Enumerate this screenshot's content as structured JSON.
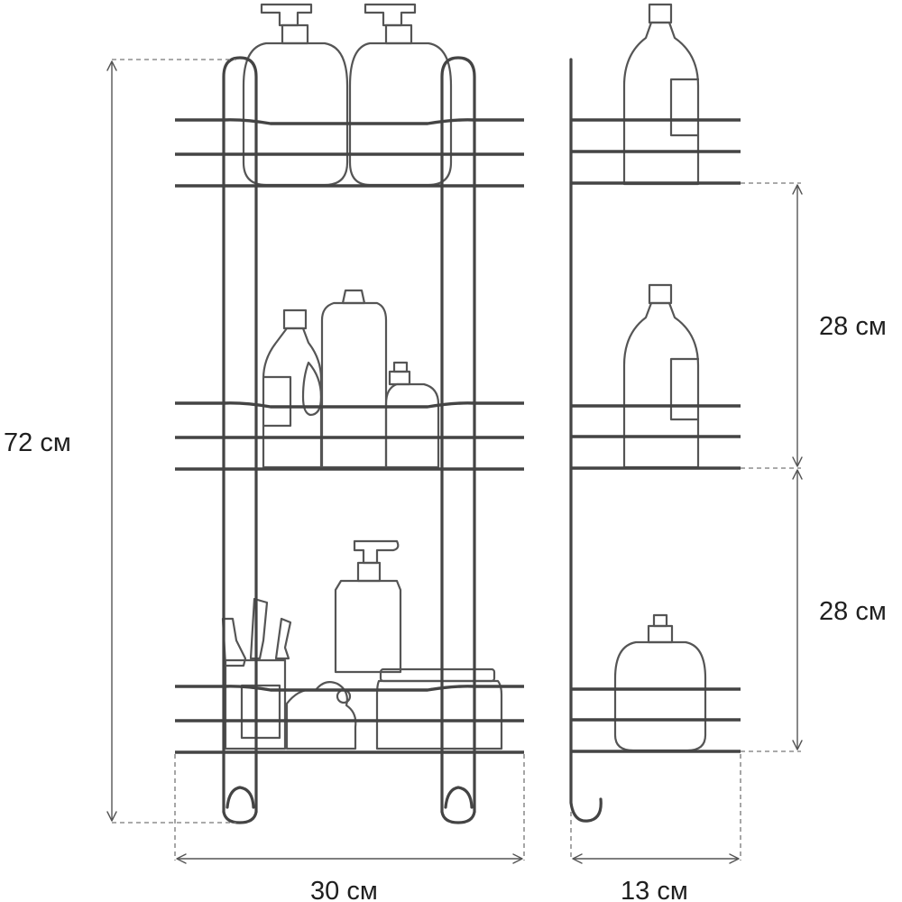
{
  "dimensions": {
    "height_total": "72 см",
    "width_front": "30 см",
    "depth_side": "13 см",
    "shelf_gap_upper": "28 см",
    "shelf_gap_lower": "28 см"
  },
  "colors": {
    "frame": "#444444",
    "objects": "#555555",
    "text": "#1f1f1f",
    "background": "#ffffff"
  }
}
